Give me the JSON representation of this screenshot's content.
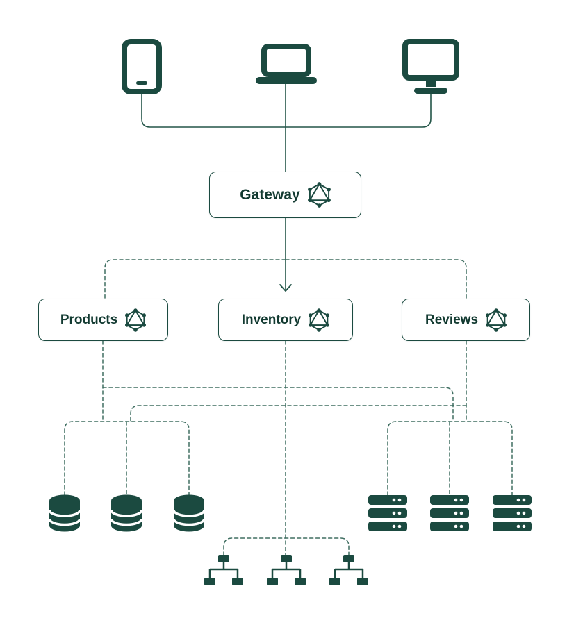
{
  "diagram": {
    "background_color": "#ffffff",
    "accent_color": "#1b4a40",
    "line_color_solid": "#235548",
    "line_color_dashed": "#356659",
    "gateway": {
      "label": "Gateway",
      "icon": "graphql-logo-icon"
    },
    "services": [
      {
        "label": "Products",
        "icon": "graphql-logo-icon"
      },
      {
        "label": "Inventory",
        "icon": "graphql-logo-icon"
      },
      {
        "label": "Reviews",
        "icon": "graphql-logo-icon"
      }
    ],
    "clients": [
      {
        "icon": "tablet-client-icon"
      },
      {
        "icon": "laptop-client-icon"
      },
      {
        "icon": "desktop-client-icon"
      }
    ],
    "resources": {
      "databases": [
        {
          "icon": "database-icon"
        },
        {
          "icon": "database-icon"
        },
        {
          "icon": "database-icon"
        }
      ],
      "server_racks": [
        {
          "icon": "server-rack-icon"
        },
        {
          "icon": "server-rack-icon"
        },
        {
          "icon": "server-rack-icon"
        }
      ],
      "network_switches": [
        {
          "icon": "network-switch-icon"
        },
        {
          "icon": "network-switch-icon"
        },
        {
          "icon": "network-switch-icon"
        }
      ]
    },
    "edges": [
      {
        "from": "tablet-client",
        "to": "gateway",
        "style": "solid"
      },
      {
        "from": "laptop-client",
        "to": "gateway",
        "style": "solid"
      },
      {
        "from": "desktop-client",
        "to": "gateway",
        "style": "solid"
      },
      {
        "from": "gateway",
        "to": "products-service",
        "style": "dashed"
      },
      {
        "from": "gateway",
        "to": "inventory-service",
        "style": "dashed-arrow"
      },
      {
        "from": "gateway",
        "to": "reviews-service",
        "style": "dashed"
      },
      {
        "from": "products-service",
        "to": "databases",
        "style": "dashed"
      },
      {
        "from": "products-service",
        "to": "server-racks",
        "style": "dashed"
      },
      {
        "from": "reviews-service",
        "to": "server-racks",
        "style": "dashed"
      },
      {
        "from": "reviews-service",
        "to": "databases",
        "style": "dashed"
      },
      {
        "from": "inventory-service",
        "to": "network-switches",
        "style": "dashed"
      }
    ]
  }
}
